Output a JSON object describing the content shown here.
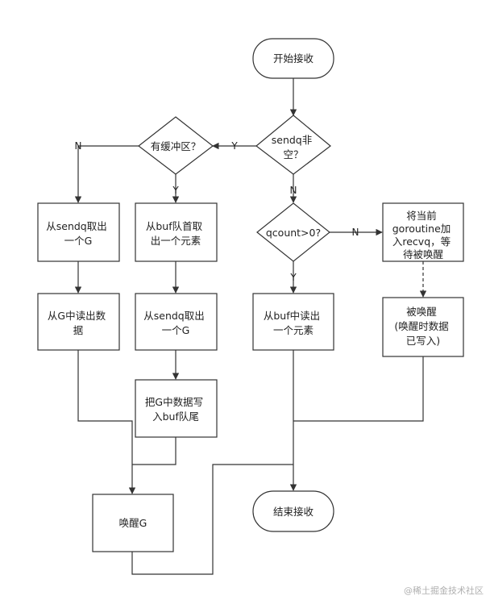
{
  "nodes": {
    "start": {
      "lines": [
        "开始接收"
      ]
    },
    "sendq_empty": {
      "lines": [
        "sendq非",
        "空？"
      ]
    },
    "has_buffer": {
      "lines": [
        "有缓冲区？"
      ]
    },
    "take_sendq_g_1": {
      "lines": [
        "从sendq取出",
        "一个G"
      ]
    },
    "take_buf_head": {
      "lines": [
        "从buf队首取",
        "出一个元素"
      ]
    },
    "read_from_g": {
      "lines": [
        "从G中读出数",
        "据"
      ]
    },
    "take_sendq_g_2": {
      "lines": [
        "从sendq取出",
        "一个G"
      ]
    },
    "write_to_buf_tail": {
      "lines": [
        "把G中数据写",
        "入buf队尾"
      ]
    },
    "wake_g": {
      "lines": [
        "唤醒G"
      ]
    },
    "qcount_check": {
      "lines": [
        "qcount>0?"
      ]
    },
    "read_from_buf": {
      "lines": [
        "从buf中读出",
        "一个元素"
      ]
    },
    "join_recvq": {
      "lines": [
        "将当前",
        "goroutine加",
        "入recvq，等",
        "待被唤醒"
      ]
    },
    "woken_up": {
      "lines": [
        "被唤醒",
        "(唤醒时数据",
        "已写入)"
      ]
    },
    "end": {
      "lines": [
        "结束接收"
      ]
    }
  },
  "edge_labels": {
    "sendq_yes": "Y",
    "sendq_no": "N",
    "buffer_yes": "Y",
    "buffer_no": "N",
    "qcount_yes": "Y",
    "qcount_no": "N"
  },
  "watermark": "@稀土掘金技术社区"
}
